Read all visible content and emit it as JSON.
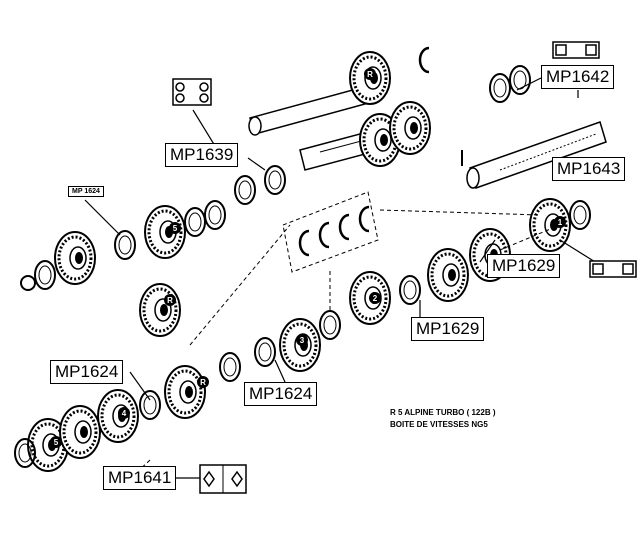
{
  "labels": {
    "mp1642": "MP1642",
    "mp1639": "MP1639",
    "mp1643": "MP1643",
    "mp1624_small": "MP 1624",
    "mp1629_upper": "MP1629",
    "mp1629_lower": "MP1629",
    "mp1624_left": "MP1624",
    "mp1624_center": "MP1624",
    "mp1641": "MP1641"
  },
  "caption": {
    "line1": "R 5 ALPINE TURBO ( 122B )",
    "line2": "BOITE DE VITESSES  NG5"
  },
  "gear_marks": {
    "reverse": "R",
    "third": "3",
    "fourth": "4",
    "fifth": "5",
    "second": "2",
    "first": "1"
  }
}
